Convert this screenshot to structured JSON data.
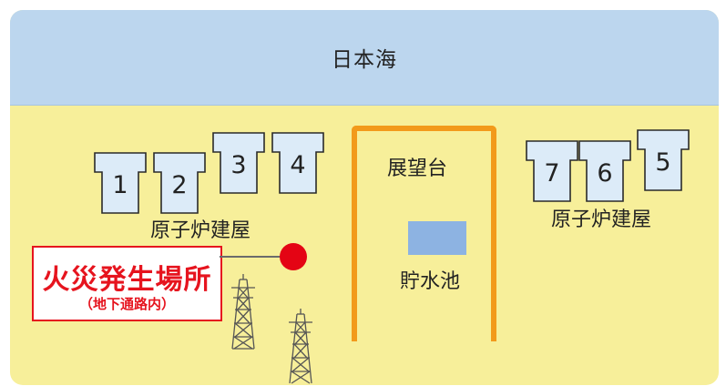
{
  "sea": {
    "label": "日本海"
  },
  "buildings_left": [
    {
      "number": "1"
    },
    {
      "number": "2"
    },
    {
      "number": "3"
    },
    {
      "number": "4"
    }
  ],
  "buildings_right": [
    {
      "number": "7"
    },
    {
      "number": "6"
    },
    {
      "number": "5"
    }
  ],
  "labels": {
    "reactor_left": "原子炉建屋",
    "reactor_right": "原子炉建屋",
    "observatory": "展望台",
    "reservoir": "貯水池"
  },
  "fire": {
    "title": "火災発生場所",
    "subtitle": "（地下通路内）"
  },
  "colors": {
    "land": "#f7ef9a",
    "sea": "#bcd6ee",
    "building_fill": "#dcebf8",
    "frame": "#f29a1b",
    "pool": "#8db3e2",
    "fire": "#e6141e"
  },
  "icons": [
    "transmission-tower-icon",
    "fire-location-marker-icon"
  ]
}
